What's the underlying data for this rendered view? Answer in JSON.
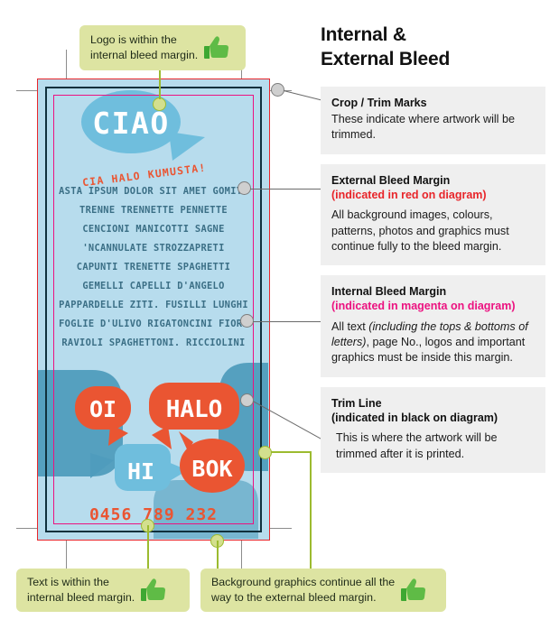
{
  "title": "Internal &\nExternal Bleed",
  "info_cards": [
    {
      "name": "crop-trim-marks",
      "title": "Crop / Trim Marks",
      "subtitle": "",
      "subtitle_color": "",
      "body": "These indicate where artwork will be trimmed."
    },
    {
      "name": "external-bleed-margin",
      "title": "External Bleed Margin",
      "subtitle": "(indicated in red on diagram)",
      "subtitle_color": "red",
      "body": "All background images, colours, patterns, photos and graphics must continue fully to the bleed margin."
    },
    {
      "name": "internal-bleed-margin",
      "title": "Internal Bleed Margin",
      "subtitle": "(indicated in magenta on diagram)",
      "subtitle_color": "magenta",
      "body_pre": "All text ",
      "body_em": "(including the tops & bottoms of letters)",
      "body_post": ", page No., logos and important graphics must be inside this margin."
    },
    {
      "name": "trim-line",
      "title": "Trim Line",
      "subtitle": "(indicated in black on diagram)",
      "subtitle_color": "black",
      "body": "This is where the artwork will be trimmed after it is printed."
    }
  ],
  "callouts": [
    {
      "name": "logo-callout",
      "text": "Logo is within the\ninternal bleed margin."
    },
    {
      "name": "text-callout",
      "text": "Text is within the\ninternal bleed margin."
    },
    {
      "name": "background-callout",
      "text": "Background graphics continue all the\nway to the external bleed margin."
    }
  ],
  "artwork": {
    "logo_word": "CIAO",
    "logo_tagline": "CIA HALO KUMUSTA!",
    "body_lines": [
      "ASTA IPSUM DOLOR SIT AMET GOMITO",
      "TRENNE TRENNETTE PENNETTE",
      "CENCIONI MANICOTTI SAGNE",
      "'NCANNULATE STROZZAPRETI",
      "CAPUNTI TRENETTE SPAGHETTI",
      "GEMELLI CAPELLI D'ANGELO",
      "PAPPARDELLE ZITI. FUSILLI LUNGHI",
      "FOGLIE D'ULIVO RIGATONCINI FIORI",
      "RAVIOLI SPAGHETTONI. RICCIOLINI"
    ],
    "bubbles": [
      {
        "label": "OI",
        "color": "#ea5532"
      },
      {
        "label": "HALO",
        "color": "#ea5532"
      },
      {
        "label": "HI",
        "color": "#6fbedd"
      },
      {
        "label": "BOK",
        "color": "#ea5532"
      }
    ],
    "phone": "0456 789 232"
  },
  "colors": {
    "external_bleed": "#e8252a",
    "trim_line": "#10303c",
    "internal_bleed": "#ec1280",
    "crop_mark": "#8c8c8c",
    "artwork_bg": "#b7dced",
    "artwork_accent": "#ea5532",
    "artwork_blue": "#4f9cbd",
    "callout_bg": "#dde4a2",
    "card_bg": "#efefef",
    "dot_green": "#d3df8e",
    "dot_grey": "#cfcfcf"
  }
}
